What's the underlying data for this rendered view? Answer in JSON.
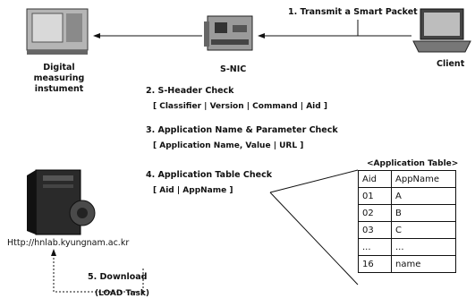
{
  "nodes": {
    "device": "Digital measuring\ninstument",
    "snic": "S-NIC",
    "client": "Client",
    "server": "Http://hnlab.kyungnam.ac.kr"
  },
  "steps": {
    "s1": "1. Transmit a Smart Packet",
    "s2": "2. S-Header Check",
    "s2_detail": "[ Classifier | Version | Command | Aid ]",
    "s3": "3. Application Name & Parameter Check",
    "s3_detail": "[ Application Name, Value | URL ]",
    "s4": "4. Application Table Check",
    "s4_detail": "[ Aid | AppName ]",
    "s5": "5. Download",
    "s5_detail": "(LOAD Task)"
  },
  "app_table": {
    "caption": "<Application Table>",
    "headers": [
      "Aid",
      "AppName"
    ],
    "rows": [
      [
        "01",
        "A"
      ],
      [
        "02",
        "B"
      ],
      [
        "03",
        "C"
      ],
      [
        "...",
        "..."
      ],
      [
        "16",
        "name"
      ]
    ]
  }
}
